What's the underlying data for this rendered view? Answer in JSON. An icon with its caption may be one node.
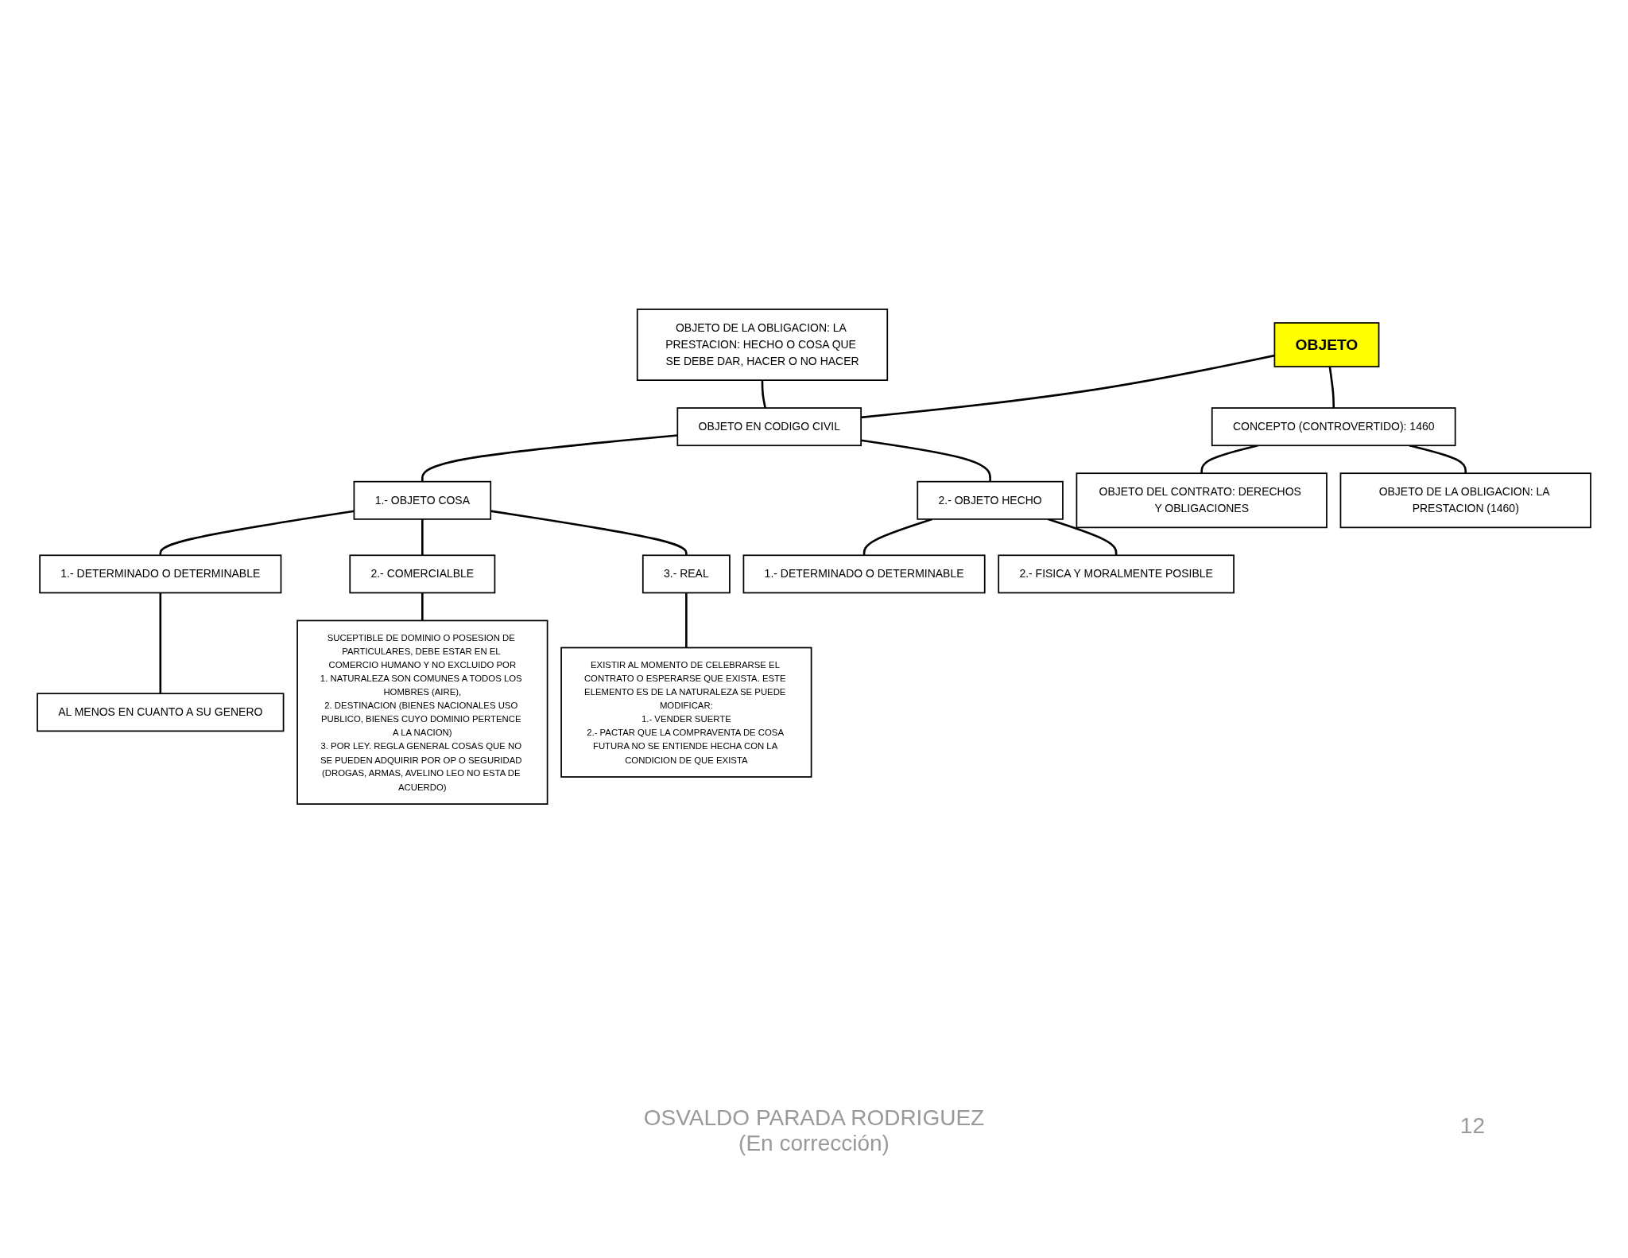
{
  "diagram": {
    "nodes": [
      {
        "text": [
          "OBJETO"
        ]
      },
      {
        "text": [
          "CONCEPTO (CONTROVERTIDO): 1460"
        ]
      },
      {
        "text": [
          "OBJETO DEL CONTRATO: DERECHOS Y OBLIGACIONES"
        ]
      },
      {
        "text": [
          "OBJETO DE LA OBLIGACION: LA PRESTACION (1460)"
        ]
      },
      {
        "text": [
          "OBJETO DE LA OBLIGACION: LA PRESTACION: HECHO O COSA QUE SE DEBE DAR, HACER O NO HACER"
        ]
      },
      {
        "text": [
          "OBJETO EN CODIGO CIVIL"
        ]
      },
      {
        "text": [
          "1.- OBJETO COSA"
        ]
      },
      {
        "text": [
          "2.- OBJETO HECHO"
        ]
      },
      {
        "text": [
          "1.- DETERMINADO O DETERMINABLE"
        ]
      },
      {
        "text": [
          "AL MENOS EN CUANTO A SU GENERO"
        ]
      },
      {
        "text": [
          "2.- COMERCIALBLE"
        ]
      },
      {
        "text": [
          "SUCEPTIBLE DE DOMINIO O POSESION DE PARTICULARES, DEBE ESTAR EN EL COMERCIO HUMANO Y NO EXCLUIDO POR",
          "1. NATURALEZA SON COMUNES A TODOS LOS HOMBRES (AIRE),",
          "2. DESTINACION (BIENES NACIONALES USO PUBLICO, BIENES CUYO DOMINIO PERTENCE A LA NACION)",
          "3. POR LEY. REGLA GENERAL COSAS QUE NO SE PUEDEN ADQUIRIR POR OP O SEGURIDAD (DROGAS, ARMAS, AVELINO LEO NO ESTA DE ACUERDO)"
        ]
      },
      {
        "text": [
          "3.- REAL"
        ]
      },
      {
        "text": [
          "EXISTIR AL MOMENTO DE CELEBRARSE EL CONTRATO O ESPERARSE QUE EXISTA. ESTE ELEMENTO ES DE LA NATURALEZA SE PUEDE MODIFICAR:",
          "1.- VENDER SUERTE",
          "2.- PACTAR QUE LA COMPRAVENTA DE COSA FUTURA NO SE ENTIENDE HECHA CON LA CONDICION DE QUE EXISTA"
        ]
      },
      {
        "text": [
          "1.- DETERMINADO O DETERMINABLE"
        ]
      },
      {
        "text": [
          "2.- FISICA Y MORALMENTE POSIBLE"
        ]
      }
    ],
    "edges": [
      {
        "from": 0,
        "to": 1,
        "arrow": "none"
      },
      {
        "from": 1,
        "to": 2,
        "arrow": "none"
      },
      {
        "from": 1,
        "to": 3,
        "arrow": "none"
      },
      {
        "from": 0,
        "to": 5,
        "arrow": "none"
      },
      {
        "from": 4,
        "to": 5,
        "arrow": "none"
      },
      {
        "from": 5,
        "to": 6,
        "arrow": "none"
      },
      {
        "from": 5,
        "to": 7,
        "arrow": "none"
      },
      {
        "from": 6,
        "to": 8,
        "arrow": "none"
      },
      {
        "from": 6,
        "to": 10,
        "arrow": "none"
      },
      {
        "from": 6,
        "to": 12,
        "arrow": "none"
      },
      {
        "from": 8,
        "to": 9,
        "arrow": "none"
      },
      {
        "from": 10,
        "to": 11,
        "arrow": "none"
      },
      {
        "from": 12,
        "to": 13,
        "arrow": "none"
      },
      {
        "from": 7,
        "to": 14,
        "arrow": "none"
      },
      {
        "from": 7,
        "to": 15,
        "arrow": "none"
      }
    ],
    "labels": [
      "OSVALDO PARADA RODRIGUEZ (En corrección)",
      "12"
    ]
  }
}
